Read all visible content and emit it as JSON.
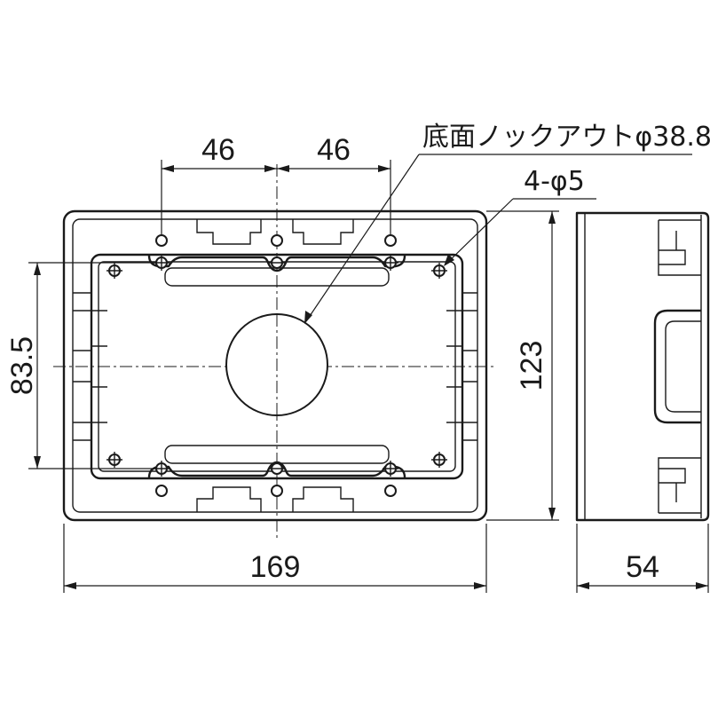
{
  "title": "",
  "dimensions": {
    "top_left_spacing": "46",
    "top_right_spacing": "46",
    "height_inner": "83.5",
    "height_outer": "123",
    "width_outer": "169",
    "depth": "54"
  },
  "notes": {
    "knockout": "底面ノックアウトφ38.8",
    "mounting_holes": "4-φ5"
  }
}
